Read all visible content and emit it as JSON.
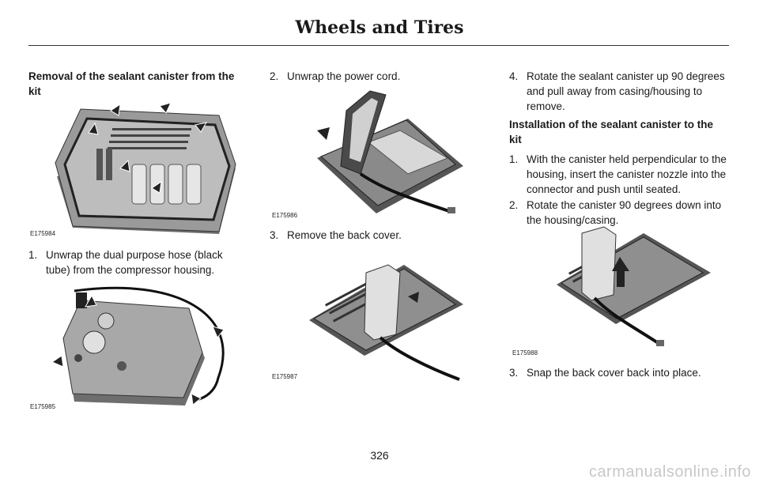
{
  "header": {
    "title": "Wheels and Tires"
  },
  "col1": {
    "heading": "Removal of the sealant canister from the kit",
    "fig1_code": "E175984",
    "step1_num": "1.",
    "step1_text": "Unwrap the dual purpose hose (black tube) from the compressor housing.",
    "fig2_code": "E175985"
  },
  "col2": {
    "step2_num": "2.",
    "step2_text": "Unwrap the power cord.",
    "fig3_code": "E175986",
    "step3_num": "3.",
    "step3_text": "Remove the back cover.",
    "fig4_code": "E175987"
  },
  "col3": {
    "step4_num": "4.",
    "step4_text": "Rotate the sealant canister up 90 degrees and pull away from casing/housing to remove.",
    "heading": "Installation of the sealant canister to the kit",
    "inst1_num": "1.",
    "inst1_text": "With the canister held perpendicular to the housing, insert the canister nozzle into the connector and push until seated.",
    "inst2_num": "2.",
    "inst2_text": "Rotate the canister 90 degrees down into the housing/casing.",
    "fig5_code": "E175988",
    "inst3_num": "3.",
    "inst3_text": "Snap the back cover back into place."
  },
  "footer": {
    "page_number": "326",
    "watermark": "carmanualsonline.info"
  }
}
